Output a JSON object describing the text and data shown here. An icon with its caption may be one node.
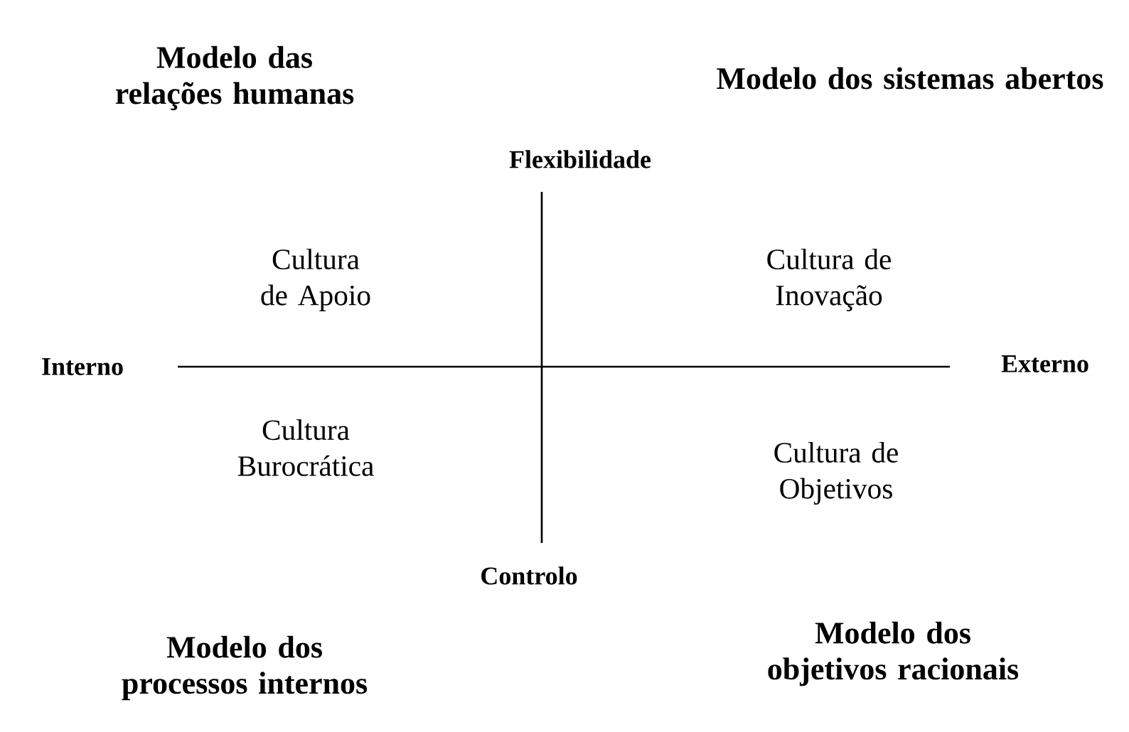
{
  "diagram": {
    "labels": [
      "Modelo das relações humanas",
      "Modelo dos sistemas abertos",
      "Flexibilidade",
      "Cultura de Apoio",
      "Cultura de Inovação",
      "Interno",
      "Externo",
      "Cultura Burocrática",
      "Cultura de Objetivos",
      "Controlo",
      "Modelo dos processos internos",
      "Modelo dos objetivos racionais"
    ]
  }
}
